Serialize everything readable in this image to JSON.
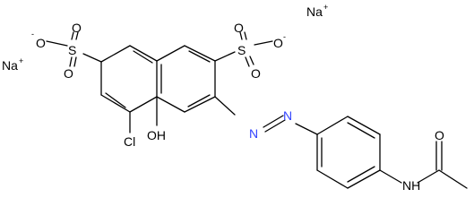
{
  "molecule": {
    "atoms": {
      "na_top": "Na",
      "na_top_charge": "+",
      "na_left": "Na",
      "na_left_charge": "+",
      "so3_left_minus": "-",
      "so3_left_o_minus": "O",
      "so3_left_o_up": "O",
      "so3_left_s": "S",
      "so3_left_o_down": "O",
      "so3_right_o_up": "O",
      "so3_right_s": "S",
      "so3_right_o_minus": "O",
      "so3_right_minus": "-",
      "so3_right_o_down": "O",
      "azo_n1": "N",
      "azo_n2": "N",
      "hydroxyl": "OH",
      "chloro": "Cl",
      "amide_o": "O",
      "amide_nh": "NH"
    },
    "colors": {
      "bond": "#000000",
      "azo": "#3344ff",
      "background": "#ffffff"
    }
  }
}
